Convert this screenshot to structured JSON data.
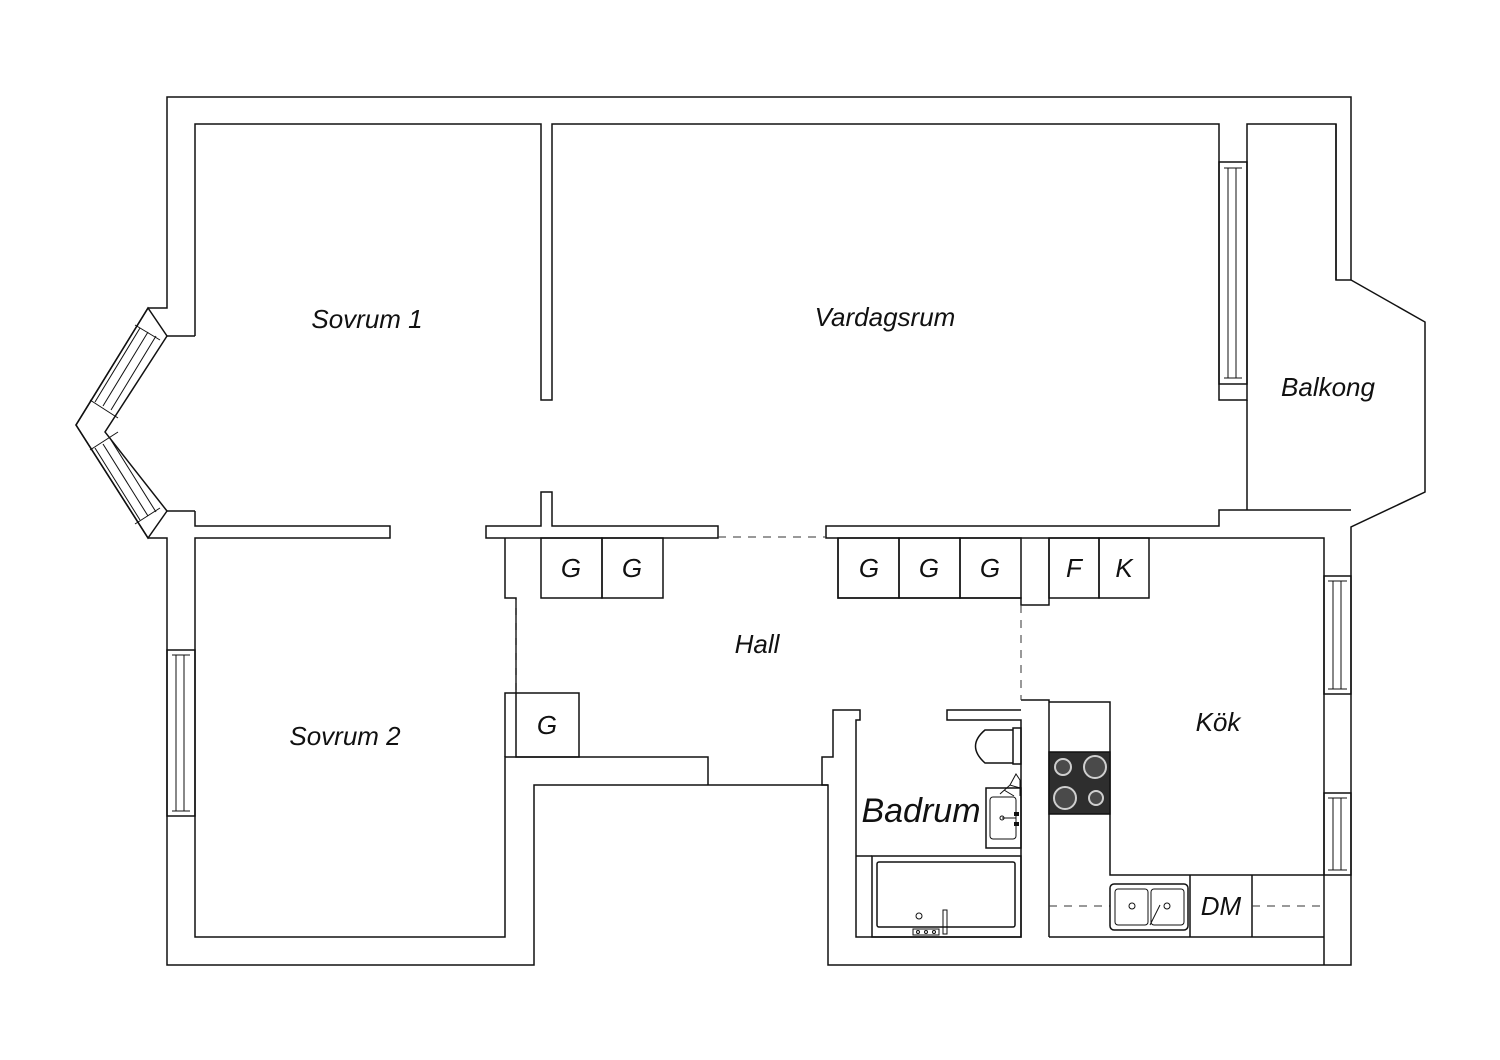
{
  "rooms": {
    "sovrum1": "Sovrum 1",
    "sovrum2": "Sovrum 2",
    "vardagsrum": "Vardagsrum",
    "balkong": "Balkong",
    "hall": "Hall",
    "badrum": "Badrum",
    "kok": "Kök"
  },
  "cabinets": {
    "g": "G",
    "f": "F",
    "k": "K",
    "dm": "DM"
  },
  "colors": {
    "line": "#111111",
    "background": "#ffffff",
    "stove": "#2e2e2e"
  }
}
